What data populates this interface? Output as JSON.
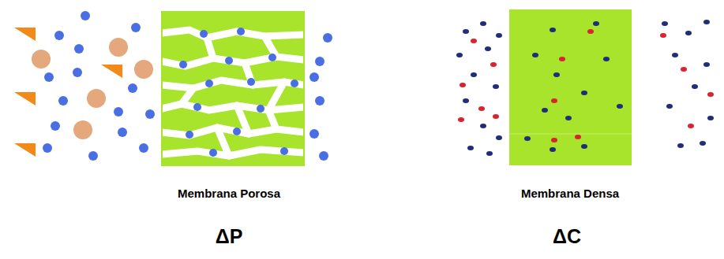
{
  "diagram": {
    "labels": [
      "Membrana Porosa",
      "Membrana Densa",
      "ΔP",
      "ΔC"
    ]
  }
}
